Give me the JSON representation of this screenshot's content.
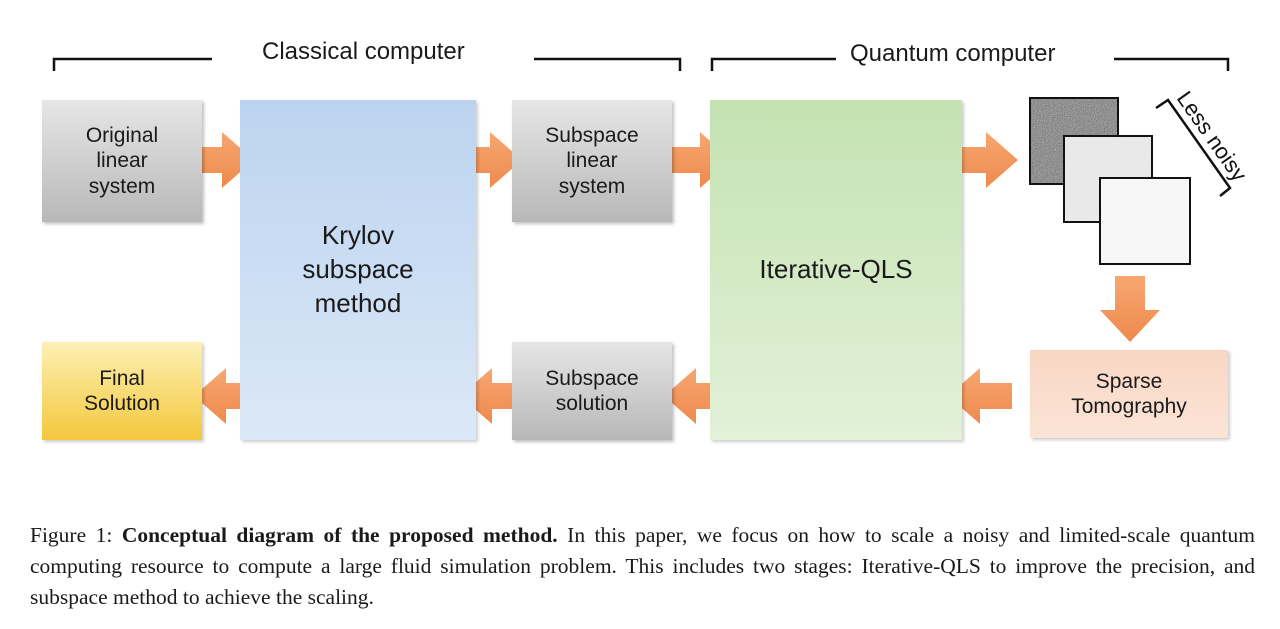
{
  "headings": {
    "classical": "Classical computer",
    "quantum": "Quantum computer"
  },
  "nodes": {
    "original": "Original\nlinear\nsystem",
    "krylov": "Krylov\nsubspace\nmethod",
    "subspace_system": "Subspace\nlinear\nsystem",
    "iterative_qls": "Iterative-QLS",
    "sparse_tomography": "Sparse\nTomography",
    "subspace_solution": "Subspace\nsolution",
    "final_solution": "Final\nSolution"
  },
  "noise_label": "Less noisy",
  "colors": {
    "arrow": "#f4965a",
    "gray_box": "#c8c8c8",
    "blue_box": "#c9dcf2",
    "green_box": "#d3ebc5",
    "peach_box": "#fadccc",
    "yellow_box": "#f8d860"
  },
  "caption": {
    "prefix": "Figure 1: ",
    "bold": "Conceptual diagram of the proposed method.",
    "rest": " In this paper, we focus on how to scale a noisy and limited-scale quantum computing resource to compute a large fluid simulation problem. This includes two stages: Iterative-QLS to improve the precision, and subspace method to achieve the scaling."
  }
}
